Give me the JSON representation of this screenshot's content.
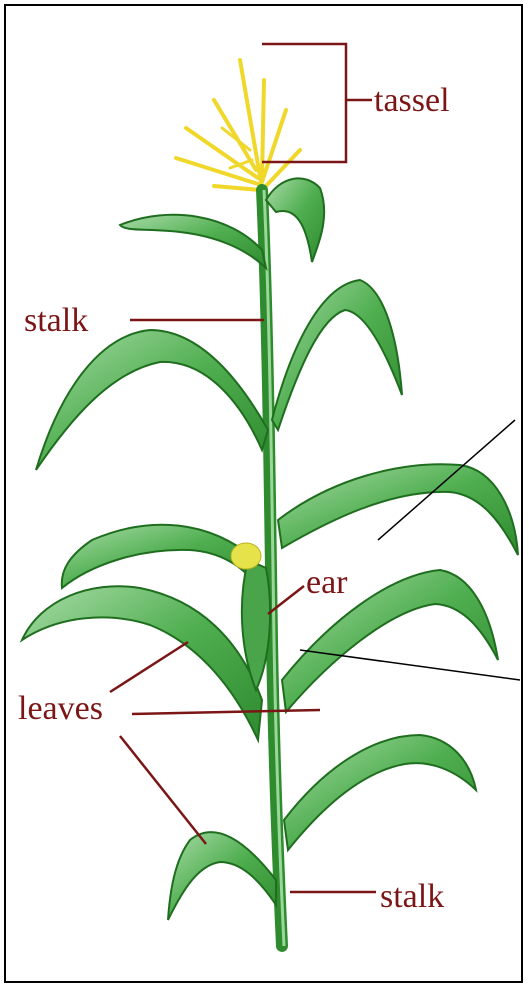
{
  "labels": {
    "tassel": "tassel",
    "stalk_upper": "stalk",
    "ear": "ear",
    "leaves": "leaves",
    "stalk_lower": "stalk"
  },
  "colors": {
    "label": "#7b1616",
    "leaf": "#3a9a3a",
    "leaf_light": "#8fd08f",
    "stem": "#2e8b2e",
    "tassel": "#f2dc2a",
    "ear_silk": "#e6e24a"
  }
}
